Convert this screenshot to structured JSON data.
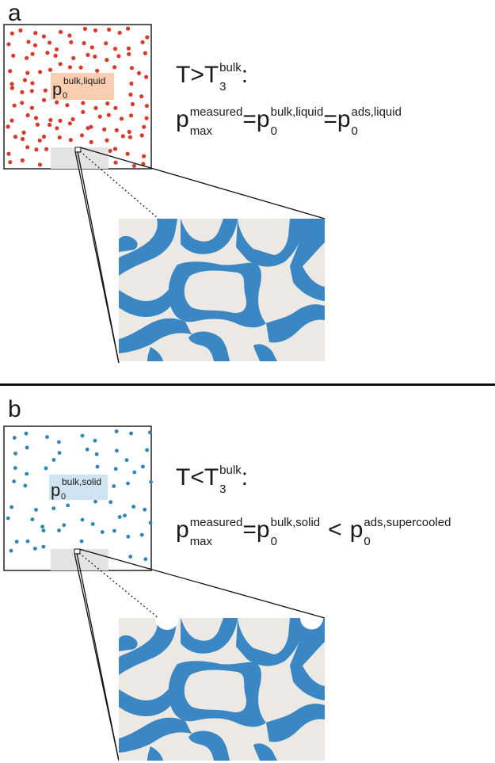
{
  "panel_a": {
    "letter": "a",
    "box_label_main": "p",
    "box_label_sub": "0",
    "box_label_sup": "bulk,liquid",
    "condition": {
      "lhs": "T>T",
      "sub": "3",
      "sup": "bulk",
      "suffix": ":"
    },
    "equation": {
      "p1": "p",
      "p1_sup": "measured",
      "p1_sub": "max",
      "op1": "=",
      "p2": "p",
      "p2_sup": "bulk,liquid",
      "p2_sub": "0",
      "op2": "=",
      "p3": "p",
      "p3_sup": "ads,liquid",
      "p3_sub": "0"
    },
    "dot_color": "#d93a2b",
    "label_bg": "#f9cdb0"
  },
  "panel_b": {
    "letter": "b",
    "box_label_main": "p",
    "box_label_sub": "0",
    "box_label_sup": "bulk,solid",
    "condition": {
      "lhs": "T<T",
      "sub": "3",
      "sup": "bulk",
      "suffix": ":"
    },
    "equation": {
      "p1": "p",
      "p1_sup": "measured",
      "p1_sub": "max",
      "op1": "=",
      "p2": "p",
      "p2_sup": "bulk,solid",
      "p2_sub": "0",
      "op2": "<",
      "p3": "p",
      "p3_sup": "ads,supercooled",
      "p3_sub": "0"
    },
    "dot_color": "#2a86b8",
    "label_bg": "#cfe3f1"
  },
  "colors": {
    "pore_blue": "#3a87c3",
    "matrix_grey": "#ece8e4",
    "substrate_grey": "#e3e3e3"
  }
}
